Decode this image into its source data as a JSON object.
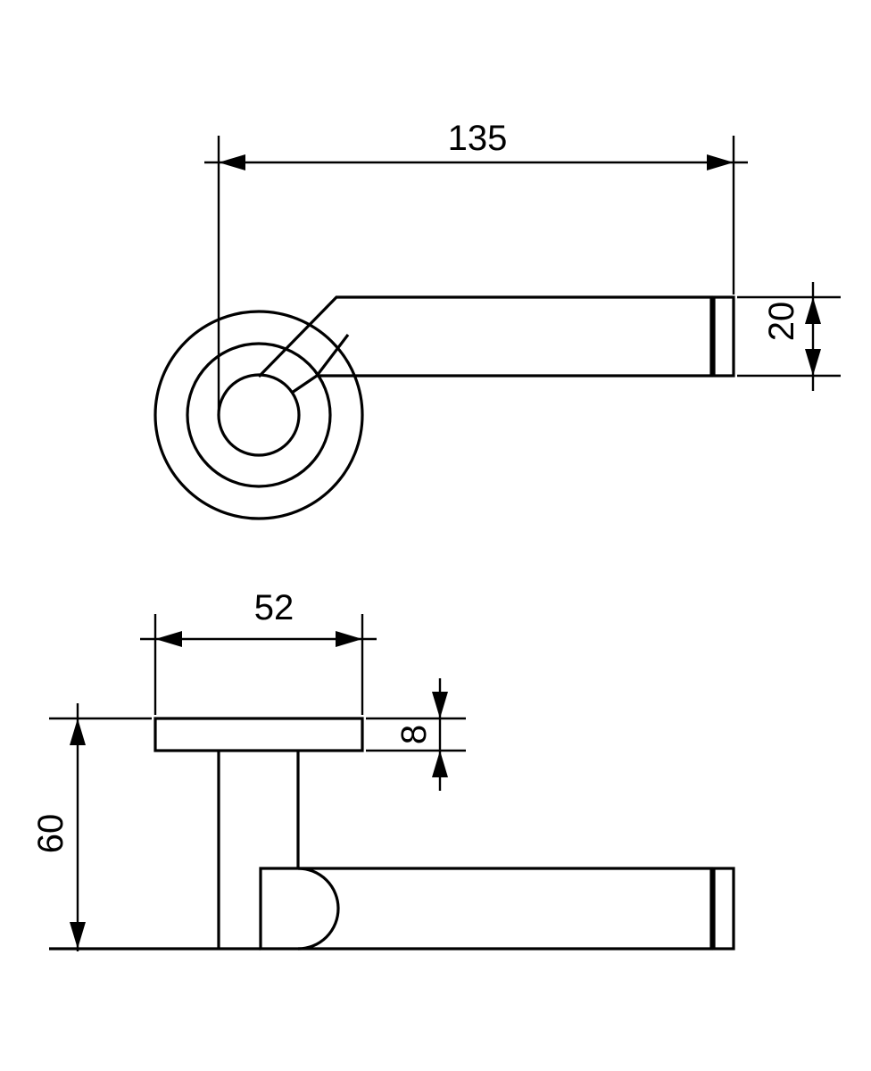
{
  "dimensions": {
    "top_view_length": "135",
    "lever_height": "20",
    "rose_diameter": "52",
    "rose_thickness": "8",
    "projection": "60"
  },
  "colors": {
    "line": "#000000",
    "background": "#ffffff"
  }
}
